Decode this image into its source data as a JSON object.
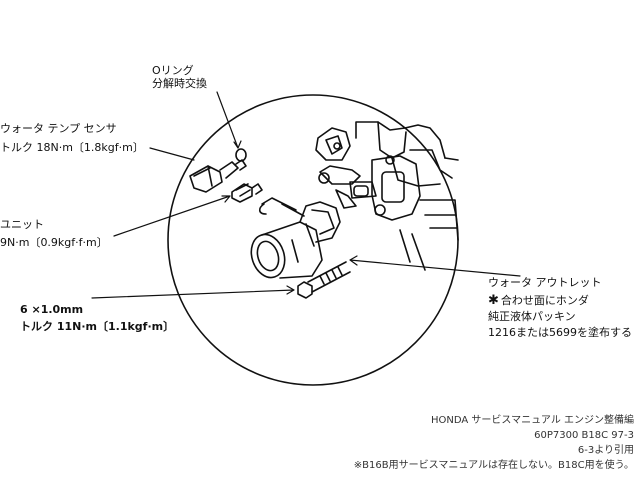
{
  "labels": {
    "o_ring_line1": "Oリング",
    "o_ring_line2": "分解時交換",
    "sensor_name": "ウォータ テンプ センサ",
    "sensor_torque": "トルク  18N·m〔1.8kgf·m〕",
    "unit_name": "ユニット",
    "unit_torque": "9N·m〔0.9kgf·f·m〕",
    "bolt_size": "6 ×1.0mm",
    "bolt_torque": "トルク  11N·m〔1.1kgf·m〕",
    "outlet_name": "ウォータ アウトレット",
    "outlet_note1": "合わせ面にホンダ",
    "outlet_note2": "純正液体パッキン",
    "outlet_note3": "1216または5699を塗布する",
    "star_mark": "✱"
  },
  "source": {
    "line1": "HONDA サービスマニュアル エンジン整備編",
    "line2": "60P7300 B18C 97-3",
    "line3": "6-3より引用",
    "line4": "※B16B用サービスマニュアルは存在しない。B18C用を使う。"
  }
}
